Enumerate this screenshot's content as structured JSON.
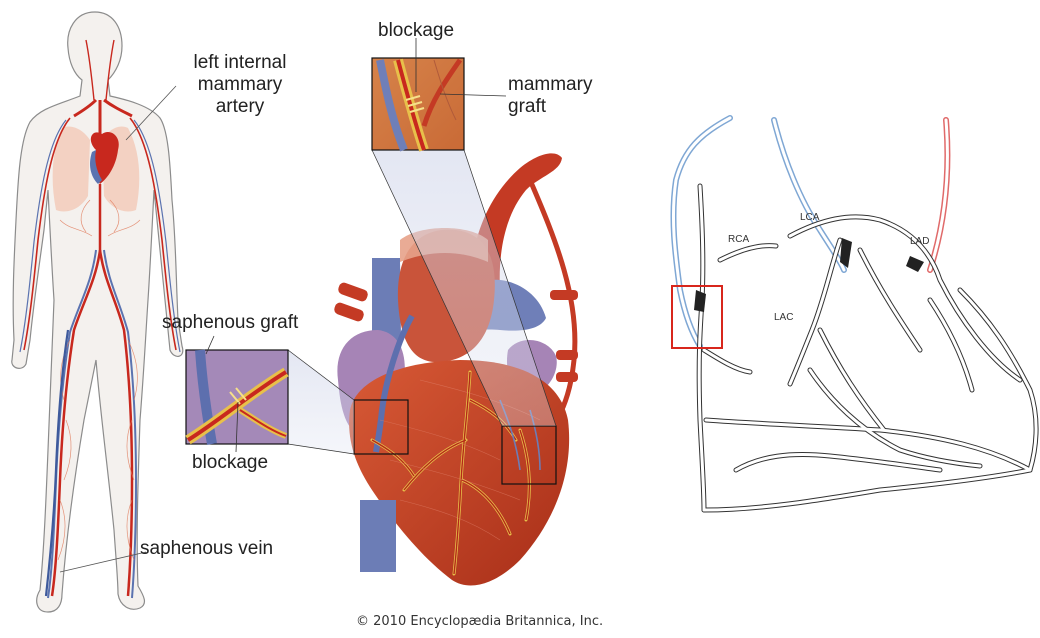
{
  "labels": {
    "left_internal_mammary_artery": [
      "left internal",
      "mammary",
      "artery"
    ],
    "blockage_top": "blockage",
    "mammary_graft": [
      "mammary",
      "graft"
    ],
    "saphenous_graft": "saphenous graft",
    "blockage_bottom": "blockage",
    "saphenous_vein": "saphenous vein"
  },
  "schematic_labels": {
    "rca": "RCA",
    "lca": "LCA",
    "lad": "LAD",
    "lac": "LAC"
  },
  "credit": "© 2010 Encyclopædia Britannica, Inc.",
  "colors": {
    "artery_red": "#c8281e",
    "vein_blue": "#5b73b0",
    "heart_muscle": "#c64a2a",
    "fat_yellow": "#e8c04a",
    "highlight_box": "#d8261c",
    "schematic_vein": "#7fa7d4",
    "schematic_graft": "#e06a6a"
  }
}
